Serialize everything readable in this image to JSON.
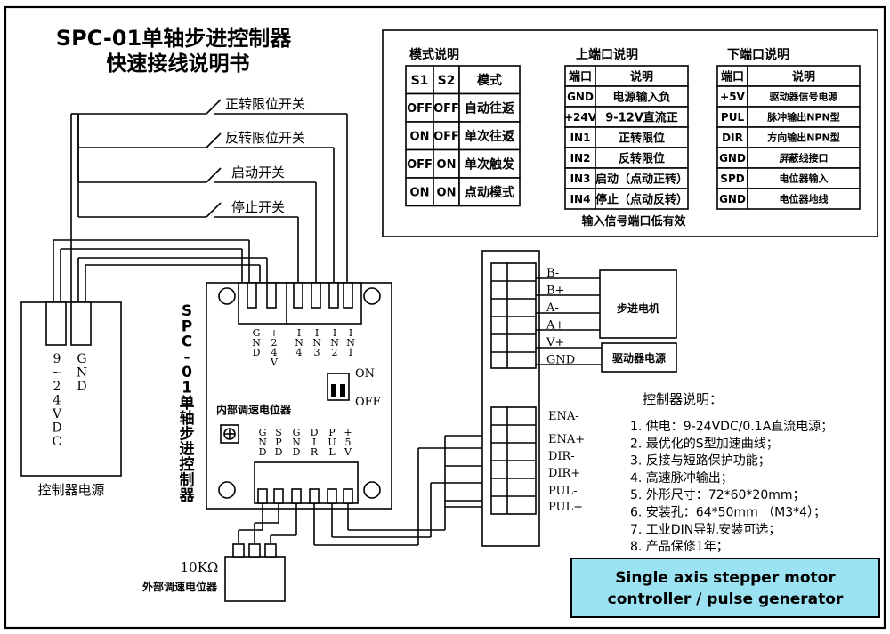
{
  "title": {
    "line1": "SPC-01单轴步进控制器",
    "line2": "快速接线说明书"
  },
  "switches": {
    "forward_limit": "正转限位开关",
    "reverse_limit": "反转限位开关",
    "start": "启动开关",
    "stop": "停止开关"
  },
  "power_supply": {
    "pin_voltage": [
      "9",
      "~",
      "2",
      "4",
      "V",
      "D",
      "C"
    ],
    "pin_gnd": [
      "G",
      "N",
      "D"
    ],
    "label": "控制器电源"
  },
  "board": {
    "vertical_label": [
      "S",
      "P",
      "C",
      "-",
      "0",
      "1",
      "单",
      "轴",
      "步",
      "进",
      "控",
      "制",
      "器"
    ],
    "top_pins": [
      {
        "chars": [
          "G",
          "N",
          "D"
        ]
      },
      {
        "chars": [
          "+",
          "2",
          "4",
          "V"
        ]
      },
      {
        "chars": [
          "I",
          "N",
          "4"
        ]
      },
      {
        "chars": [
          "I",
          "N",
          "3"
        ]
      },
      {
        "chars": [
          "I",
          "N",
          "2"
        ]
      },
      {
        "chars": [
          "I",
          "N",
          "1"
        ]
      }
    ],
    "dip_on": "ON",
    "dip_off": "OFF",
    "internal_pot_label": "内部调速电位器",
    "bottom_pins": [
      {
        "chars": [
          "G",
          "N",
          "D"
        ]
      },
      {
        "chars": [
          "S",
          "P",
          "D"
        ]
      },
      {
        "chars": [
          "G",
          "N",
          "D"
        ]
      },
      {
        "chars": [
          "D",
          "I",
          "R"
        ]
      },
      {
        "chars": [
          "P",
          "U",
          "L"
        ]
      },
      {
        "chars": [
          "+",
          "5",
          "V"
        ]
      }
    ]
  },
  "external_pot": {
    "value": "10KΩ",
    "label": "外部调速电位器"
  },
  "driver": {
    "upper_pins": [
      "B-",
      "B+",
      "A-",
      "A+",
      "V+",
      "GND"
    ],
    "motor_label": "步进电机",
    "power_label": "驱动器电源",
    "lower_pins": [
      "ENA-",
      "ENA+",
      "DIR-",
      "DIR+",
      "PUL-",
      "PUL+"
    ]
  },
  "tables": {
    "mode": {
      "title": "模式说明",
      "headers": [
        "S1",
        "S2",
        "模式"
      ],
      "rows": [
        [
          "OFF",
          "OFF",
          "自动往返"
        ],
        [
          "ON",
          "OFF",
          "单次往返"
        ],
        [
          "OFF",
          "ON",
          "单次触发"
        ],
        [
          "ON",
          "ON",
          "点动模式"
        ]
      ]
    },
    "upper_port": {
      "title": "上端口说明",
      "headers": [
        "端口",
        "说明"
      ],
      "rows": [
        [
          "GND",
          "电源输入负"
        ],
        [
          "+24V",
          "9-12V直流正"
        ],
        [
          "IN1",
          "正转限位"
        ],
        [
          "IN2",
          "反转限位"
        ],
        [
          "IN3",
          "启动（点动正转）"
        ],
        [
          "IN4",
          "停止（点动反转）"
        ]
      ],
      "note": "输入信号端口低有效"
    },
    "lower_port": {
      "title": "下端口说明",
      "headers": [
        "端口",
        "说明"
      ],
      "rows": [
        [
          "+5V",
          "驱动器信号电源"
        ],
        [
          "PUL",
          "脉冲输出NPN型"
        ],
        [
          "DIR",
          "方向输出NPN型"
        ],
        [
          "GND",
          "屏蔽线接口"
        ],
        [
          "SPD",
          "电位器输入"
        ],
        [
          "GND",
          "电位器地线"
        ]
      ]
    }
  },
  "controller_notes": {
    "title": "控制器说明：",
    "items": [
      "1. 供电：9-24VDC/0.1A直流电源；",
      "2. 最优化的S型加速曲线；",
      "3. 反接与短路保护功能；",
      "4. 高速脉冲输出；",
      "5. 外形尺寸：72*60*20mm；",
      "6. 安装孔：64*50mm  （M3*4）；",
      "7. 工业DIN导轨安装可选；",
      "8. 产品保修1年；"
    ]
  },
  "banner": {
    "line1": "Single axis stepper motor",
    "line2": "controller / pulse generator",
    "color": "#9be3f3"
  }
}
